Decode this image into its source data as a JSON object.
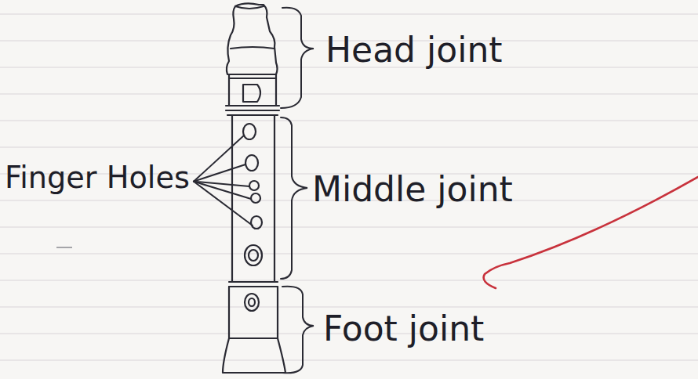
{
  "diagram": {
    "labels": [
      "Head joint",
      "Finger Holes",
      "Middle joint",
      "Foot joint"
    ]
  }
}
